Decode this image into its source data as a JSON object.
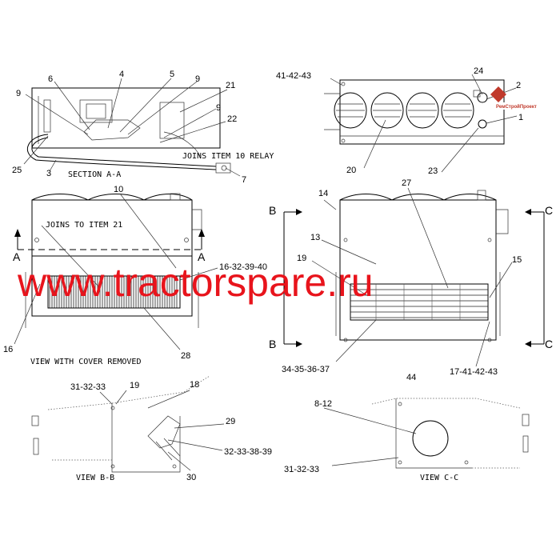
{
  "captions": {
    "section_aa": "SECTION A-A",
    "joins_item_10_relay": "JOINS ITEM 10 RELAY",
    "joins_to_item_21": "JOINS TO ITEM 21",
    "view_cover_removed": "VIEW WITH COVER REMOVED",
    "view_bb": "VIEW B-B",
    "view_cc": "VIEW C-C"
  },
  "section_markers": {
    "a_left": "A",
    "a_right": "A",
    "b_top": "B",
    "b_bottom": "B",
    "c_top": "C",
    "c_bottom": "C"
  },
  "callouts": {
    "c_4": "4",
    "c_5": "5",
    "c_6": "6",
    "c_9a": "9",
    "c_9b": "9",
    "c_9c": "9",
    "c_21": "21",
    "c_22": "22",
    "c_25": "25",
    "c_3": "3",
    "c_7": "7",
    "c_41_42_43": "41-42-43",
    "c_24": "24",
    "c_2": "2",
    "c_1": "1",
    "c_20": "20",
    "c_23": "23",
    "c_10": "10",
    "c_16_32_39_40": "16-32-39-40",
    "c_16": "16",
    "c_28": "28",
    "c_14": "14",
    "c_27": "27",
    "c_13": "13",
    "c_19": "19",
    "c_15": "15",
    "c_34_37": "34-35-36-37",
    "c_44": "44",
    "c_17_41_42_43": "17-41-42-43",
    "c_31_32_33_bb": "31-32-33",
    "c_19_bb": "19",
    "c_18": "18",
    "c_29": "29",
    "c_32_33_38_39": "32-33-38-39",
    "c_30": "30",
    "c_8_12": "8-12",
    "c_31_32_33_cc": "31-32-33"
  },
  "watermark": {
    "text": "www.tractorspare.ru",
    "color": "#e8141c"
  },
  "logo": {
    "text": "РемСтройПроект",
    "color": "#c0392b"
  }
}
